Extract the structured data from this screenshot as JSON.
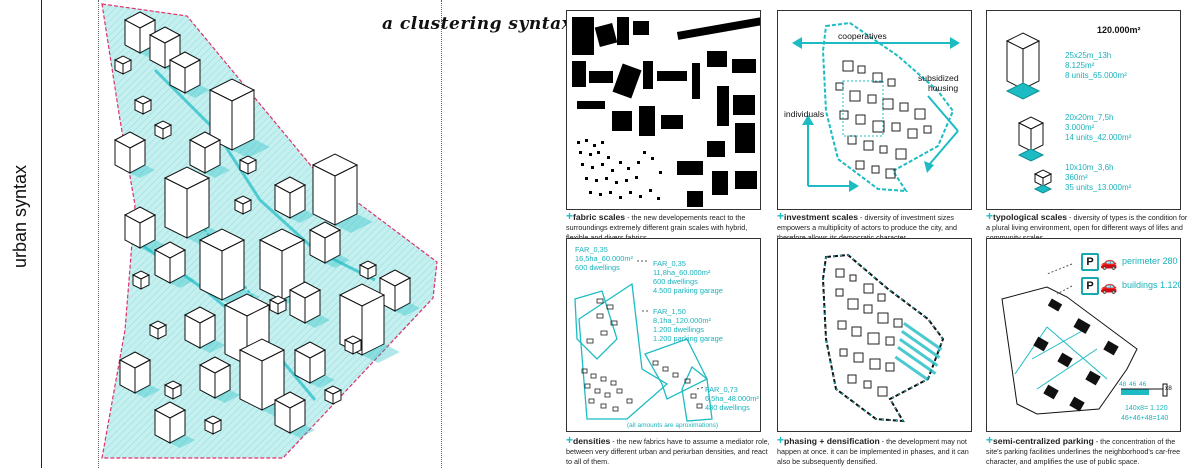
{
  "side_title": "urban syntax",
  "main_title": "a clustering syntax",
  "colors": {
    "accent": "#1dbcc4",
    "fill": "#bfeeee",
    "boundary": "#e0306a"
  },
  "panels": {
    "fabric": {
      "head": "fabric scales",
      "text": " - the new developements react to the surroundings extremely different grain scales with hybrid, flexible and divers fabrics."
    },
    "investment": {
      "labels": {
        "top": "cooperatives",
        "right1": "subsidized",
        "right2": "housing",
        "left": "individuals"
      },
      "head": "investment scales",
      "text": " - diversity of investment sizes empowers a multiplicity of actors to produce the city, and therefore allows its democratic character."
    },
    "typological": {
      "total": "120.000m²",
      "types": [
        {
          "l1": "25x25m_13h",
          "l2": "8.125m²",
          "l3": "8 units_65.000m²"
        },
        {
          "l1": "20x20m_7,5h",
          "l2": "3.000m²",
          "l3": "14 units_42.000m²"
        },
        {
          "l1": "10x10m_3,6h",
          "l2": "360m²",
          "l3": "35 units_13.000m²"
        }
      ],
      "head": "typological scales",
      "text": " - diversity of types is the condition for a plural living environment, open for different ways of lifes and community scales."
    },
    "densities": {
      "a": {
        "l1": "FAR_0,35",
        "l2": "16,5ha_60.000m²",
        "l3": "600 dwellings"
      },
      "b": {
        "l1": "FAR_0,35",
        "l2": "11,8ha_60.000m²",
        "l3": "600 dwellings",
        "l4": "4.500 parking garage"
      },
      "c": {
        "l1": "FAR_1,50",
        "l2": "8,1ha_120.000m²",
        "l3": "1.200 dwellings",
        "l4": "1.200 parking garage"
      },
      "d": {
        "l1": "FAR_0,73",
        "l2": "6,5ha_48.000m²",
        "l3": "480 dwellings"
      },
      "note": "(all amounts are aproximations)",
      "head": "densities",
      "text": " - the new fabrics have to assume a mediator role, between very different urban and periurban densities, and react to all of them."
    },
    "phasing": {
      "head": "phasing + densification",
      "text": " - the development may not happen at once. it can be implemented in phases, and it can also be subsequently densified."
    },
    "parking": {
      "p_letter": "P",
      "perimeter": "perimeter 280",
      "buildings": "buildings 1.120",
      "chart_labels": [
        "48",
        "46",
        "46"
      ],
      "chart_x": "x8",
      "calc1": "140x8= 1.120",
      "calc2": "46+46+48=140",
      "head": "semi-centralized parking",
      "text": " - the concentration of the site's parking facilities underlines the neighborhood's car-free character, and amplifies the use of public space."
    }
  }
}
